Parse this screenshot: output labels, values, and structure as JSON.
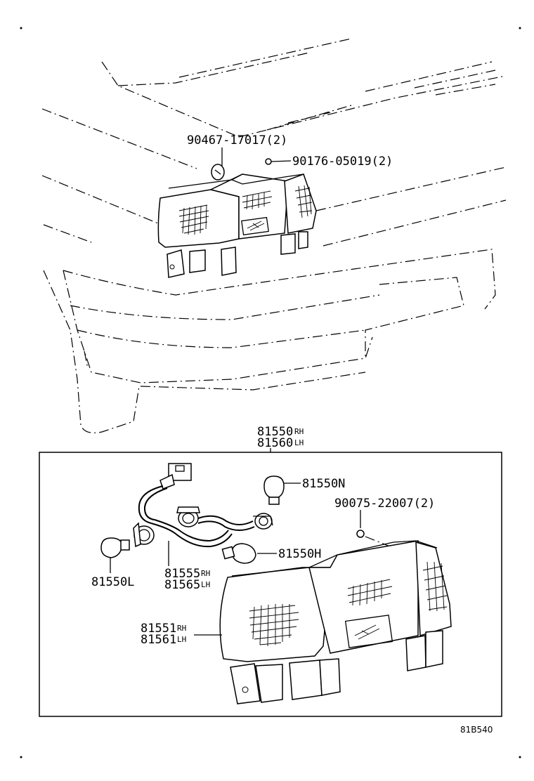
{
  "diagram": {
    "parts": {
      "screw": {
        "label": "90467-17017(2)"
      },
      "nut_top": {
        "label": "90176-05019(2)"
      },
      "assembly": {
        "rh": "81550",
        "lh": "81560",
        "rh_tag": "RH",
        "lh_tag": "LH"
      },
      "bulb_n": {
        "label": "81550N"
      },
      "nut_box": {
        "label": "90075-22007(2)"
      },
      "bulb_h": {
        "label": "81550H"
      },
      "bulb_l": {
        "label": "81550L"
      },
      "socket": {
        "rh": "81555",
        "lh": "81565",
        "rh_tag": "RH",
        "lh_tag": "LH"
      },
      "lens": {
        "rh": "81551",
        "lh": "81561",
        "rh_tag": "RH",
        "lh_tag": "LH"
      }
    },
    "drawing_code": "81B540"
  }
}
